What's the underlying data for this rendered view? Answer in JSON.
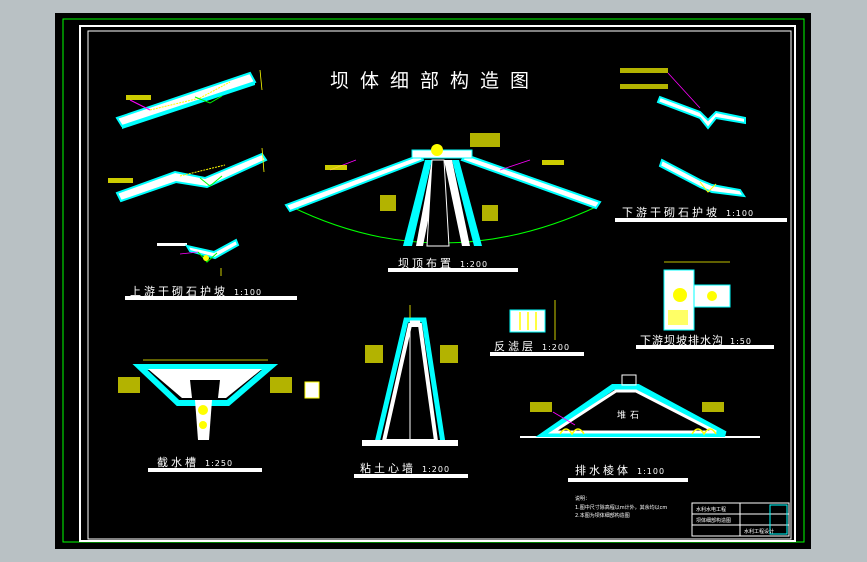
{
  "drawing": {
    "title": "坝体细部构造图",
    "captions": {
      "upstream_revetment": "上游干砌石护坡",
      "upstream_revetment_scale": "1:100",
      "crest_layout": "坝顶布置",
      "crest_layout_scale": "1:200",
      "downstream_revetment": "下游干砌石护坡",
      "downstream_revetment_scale": "1:100",
      "inverted_filter": "反滤层",
      "inverted_filter_scale": "1:200",
      "drainage_ditch": "下游坝坡排水沟",
      "drainage_ditch_scale": "1:50",
      "cutoff_trench": "截水槽",
      "cutoff_trench_scale": "1:250",
      "clay_core": "粘土心墙",
      "clay_core_scale": "1:200",
      "drainage_prism": "排水棱体",
      "drainage_prism_scale": "1:100"
    },
    "prism_fill_label": "堆石",
    "notes": {
      "heading": "说明：",
      "line1": "1.图中尺寸除高程以m计外，其余均以cm",
      "line2": "2.本图为坝体细部构造图"
    },
    "title_block": {
      "row1": "水利水电工程",
      "row2": "坝体细部构造图",
      "row3": "水利工程设计"
    }
  },
  "colors": {
    "screen_bg": "#b9c1c4",
    "paper": "#000000",
    "border": "#ffffff",
    "outer_line": "#00ff00",
    "revetment": "#00ffff",
    "annotation": "#ffff00",
    "leader": "#ff00ff",
    "arc": "#00ff00"
  }
}
